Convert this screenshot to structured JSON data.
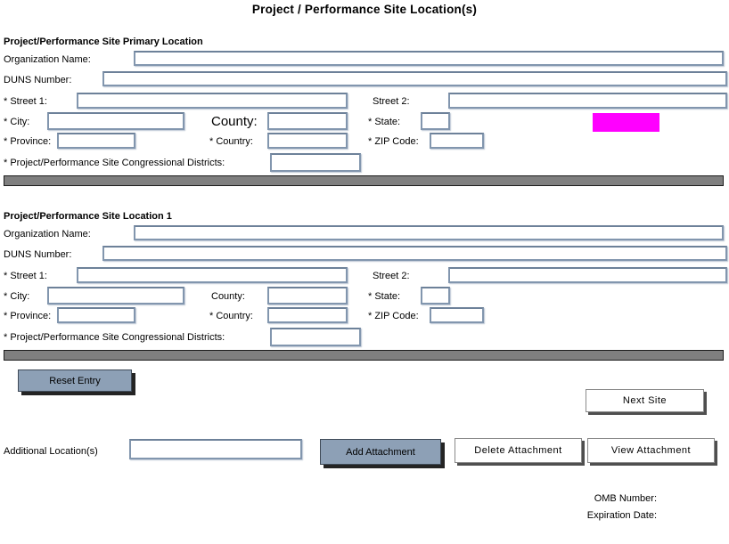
{
  "title": "Project / Performance Site Location(s)",
  "sections": [
    {
      "heading": "Project/Performance Site Primary Location",
      "fields": {
        "organization_name": {
          "label": "Organization Name:",
          "value": ""
        },
        "duns_number": {
          "label": "DUNS Number:",
          "value": ""
        },
        "street1": {
          "label": "* Street 1:",
          "value": ""
        },
        "street2": {
          "label": "Street 2:",
          "value": ""
        },
        "city": {
          "label": "* City:",
          "value": ""
        },
        "county": {
          "label": "County:",
          "value": ""
        },
        "state": {
          "label": "* State:",
          "value": ""
        },
        "province": {
          "label": "* Province:",
          "value": ""
        },
        "country": {
          "label": "* Country:",
          "value": ""
        },
        "zip_code": {
          "label": "* ZIP Code:",
          "value": ""
        },
        "congressional_districts": {
          "label": "* Project/Performance Site Congressional Districts:",
          "value": ""
        }
      }
    },
    {
      "heading": "Project/Performance Site Location 1",
      "fields": {
        "organization_name": {
          "label": "Organization Name:",
          "value": ""
        },
        "duns_number": {
          "label": "DUNS Number:",
          "value": ""
        },
        "street1": {
          "label": "* Street 1:",
          "value": ""
        },
        "street2": {
          "label": "Street 2:",
          "value": ""
        },
        "city": {
          "label": "* City:",
          "value": ""
        },
        "county": {
          "label": "County:",
          "value": ""
        },
        "state": {
          "label": "* State:",
          "value": ""
        },
        "province": {
          "label": "* Province:",
          "value": ""
        },
        "country": {
          "label": "* Country:",
          "value": ""
        },
        "zip_code": {
          "label": "* ZIP Code:",
          "value": ""
        },
        "congressional_districts": {
          "label": "* Project/Performance Site Congressional Districts:",
          "value": ""
        }
      }
    }
  ],
  "buttons": {
    "reset_entry": "Reset Entry",
    "next_site": "Next Site",
    "add_attachment": "Add Attachment",
    "delete_attachment": "Delete Attachment",
    "view_attachment": "View Attachment"
  },
  "additional_locations": {
    "label": "Additional Location(s)",
    "value": ""
  },
  "footer": {
    "omb_number_label": "OMB Number:",
    "expiration_date_label": "Expiration Date:"
  },
  "colors": {
    "button_accent": "#8da0b6",
    "highlight": "#ff00ff",
    "divider_bar": "#7f7f7f",
    "input_border": "#8296ae"
  }
}
